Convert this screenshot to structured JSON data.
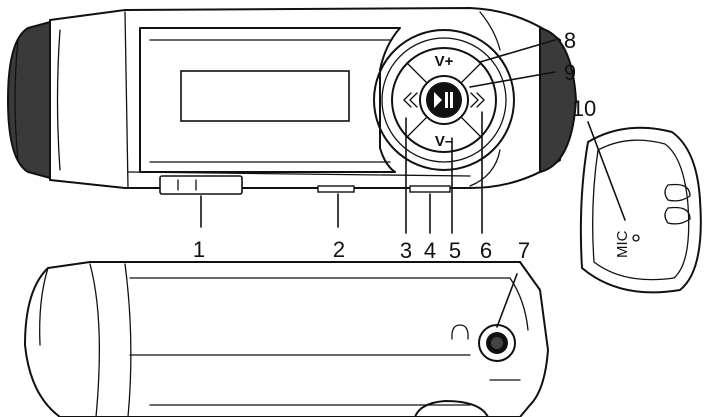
{
  "buttons": {
    "volume_up": "V+",
    "volume_down": "V–"
  },
  "callouts": {
    "c1": "1",
    "c2": "2",
    "c3": "3",
    "c4": "4",
    "c5": "5",
    "c6": "6",
    "c7": "7",
    "c8": "8",
    "c9": "9",
    "c10": "10"
  },
  "mic_label": "MIC"
}
